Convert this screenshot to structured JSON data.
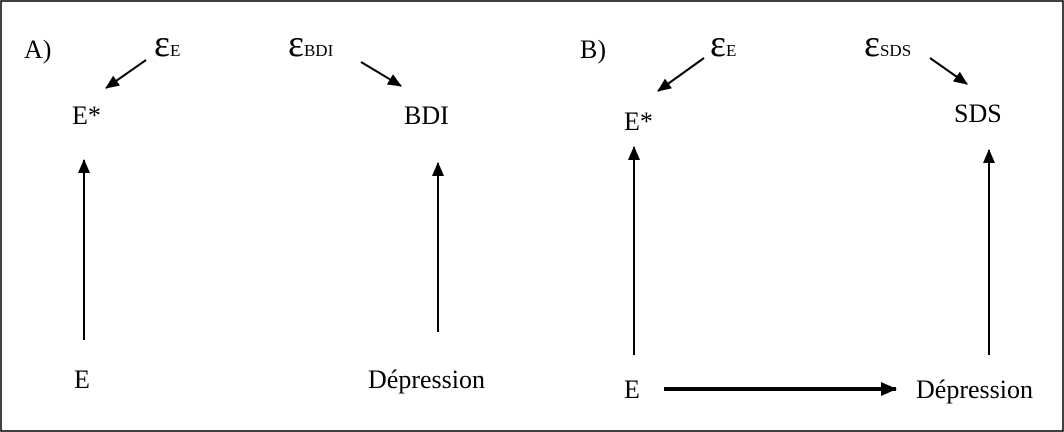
{
  "panel_a": {
    "label": "A)",
    "e_star": "E*",
    "e": "E",
    "bdi": "BDI",
    "depression": "Dépression",
    "epsilon_e": {
      "symbol": "ε",
      "subscript": "E"
    },
    "epsilon_bdi": {
      "symbol": "ε",
      "subscript": "BDI"
    }
  },
  "panel_b": {
    "label": "B)",
    "e_star": "E*",
    "e": "E",
    "sds": "SDS",
    "depression": "Dépression",
    "epsilon_e": {
      "symbol": "ε",
      "subscript": "E"
    },
    "epsilon_sds": {
      "symbol": "ε",
      "subscript": "SDS"
    }
  },
  "colors": {
    "line": "#000000",
    "background": "#ffffff"
  }
}
